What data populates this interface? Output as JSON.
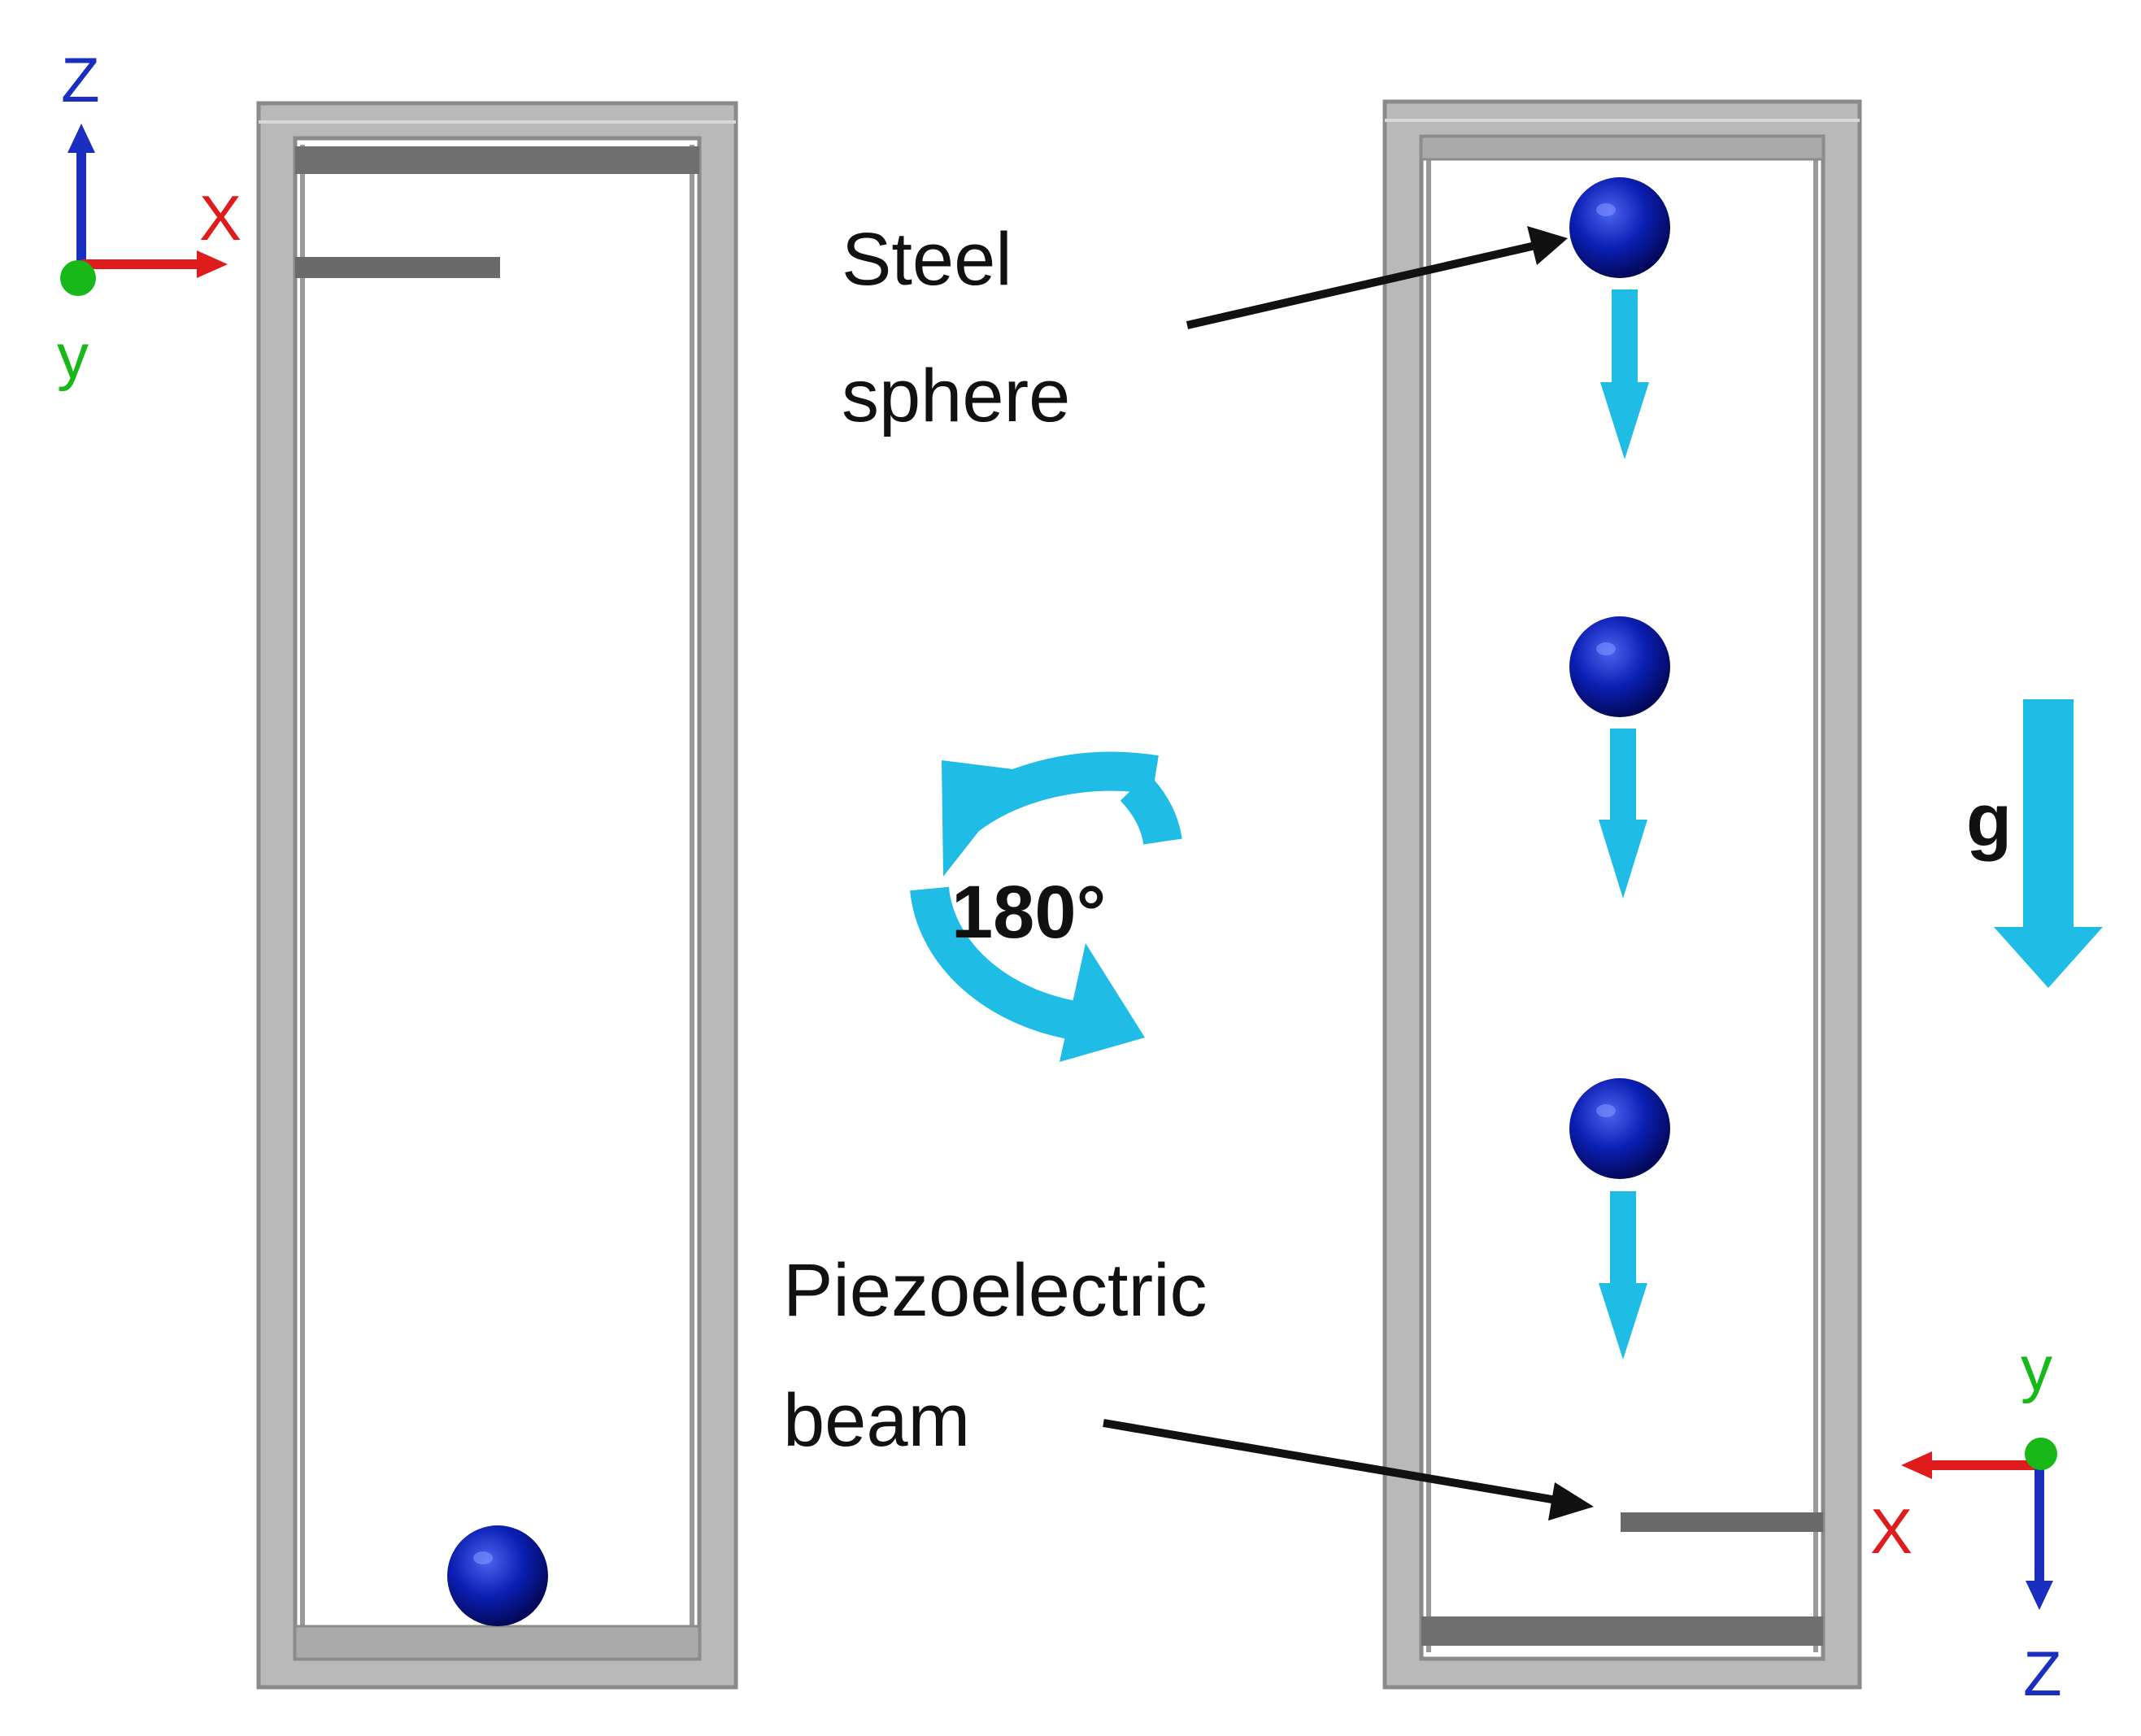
{
  "labels": {
    "steel_sphere_line1": "Steel",
    "steel_sphere_line2": "sphere",
    "beam_line1": "Piezoelectric",
    "beam_line2": "beam",
    "rotation": "180°",
    "gravity": "g"
  },
  "axes_left": {
    "z": "Z",
    "x": "X",
    "y": "y"
  },
  "axes_right": {
    "y": "y",
    "x": "X",
    "z": "Z"
  },
  "colors": {
    "frame": "#b9b9b9",
    "frame_edge": "#8c8c8c",
    "beam": "#6a6a6a",
    "sphere": "#0a1fb0",
    "motion_arrow": "#1fbde6",
    "axis_x": "#e01b1b",
    "axis_y": "#18b818",
    "axis_z": "#1a2fbf",
    "text": "#111111"
  }
}
